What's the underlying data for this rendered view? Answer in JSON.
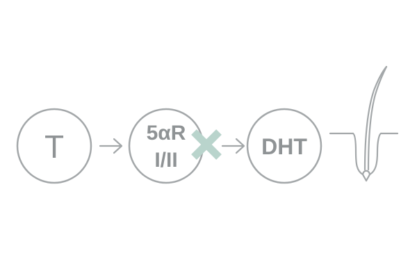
{
  "diagram": {
    "nodes": {
      "testosterone": {
        "label": "T"
      },
      "enzyme": {
        "line1": "5αR",
        "line2": "I/II"
      },
      "dht": {
        "label": "DHT"
      }
    },
    "icons": {
      "arrow": "arrow-right-icon",
      "block": "cross-icon",
      "hair": "hair-follicle-icon"
    },
    "colors": {
      "outline": "#a3a7a9",
      "text": "#8f9395",
      "block": "#b9d4cc"
    }
  }
}
